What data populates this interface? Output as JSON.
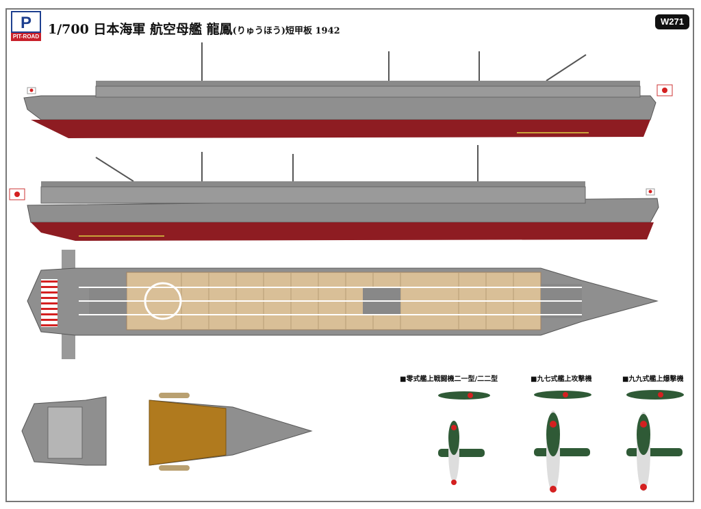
{
  "brand": {
    "logo_text": "P",
    "logo_sub": "PIT-ROAD"
  },
  "header": {
    "title": "1/700 日本海軍 航空母艦 龍鳳",
    "title_sub": "(りゅうほう)短甲板 1942",
    "product_code": "W271"
  },
  "aircraft": [
    {
      "label": "■零式艦上戦闘機二一型/二二型"
    },
    {
      "label": "■九七式艦上攻撃機"
    },
    {
      "label": "■九九式艦上爆撃機"
    }
  ],
  "colors": {
    "hull_gray": "#8a8a8a",
    "hull_red": "#8e1c22",
    "deck_wood": "#d9bf97",
    "aircraft_green": "#2f5a36",
    "hinomaru": "#d42020"
  }
}
